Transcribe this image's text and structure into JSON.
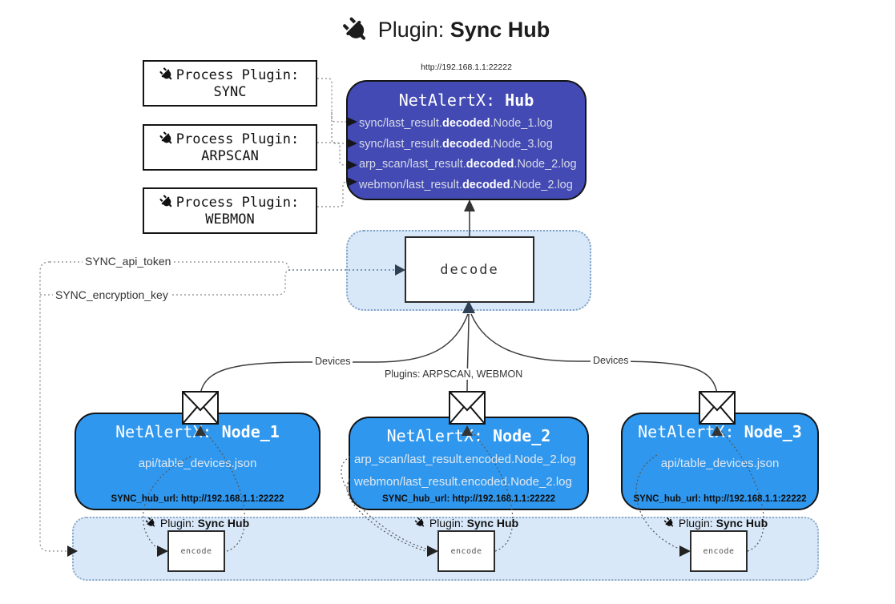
{
  "title": {
    "prefix": "Plugin:",
    "name": "Sync Hub"
  },
  "hub": {
    "url": "http://192.168.1.1:22222",
    "title_prefix": "NetAlertX: ",
    "title": "Hub",
    "logs": [
      {
        "pre": "sync/last_result.",
        "bold": "decoded",
        "post": ".Node_1.log"
      },
      {
        "pre": "sync/last_result.",
        "bold": "decoded",
        "post": ".Node_3.log"
      },
      {
        "pre": "arp_scan/last_result.",
        "bold": "decoded",
        "post": ".Node_2.log"
      },
      {
        "pre": "webmon/last_result.",
        "bold": "decoded",
        "post": ".Node_2.log"
      }
    ]
  },
  "process_plugins": [
    {
      "label": "Process Plugin:",
      "name": "SYNC"
    },
    {
      "label": "Process Plugin:",
      "name": "ARPSCAN"
    },
    {
      "label": "Process Plugin:",
      "name": "WEBMON"
    }
  ],
  "decode": {
    "label": "decode"
  },
  "params": {
    "api_token": "SYNC_api_token",
    "encryption_key": "SYNC_encryption_key"
  },
  "edge_labels": {
    "devices_left": "Devices",
    "plugins_mid": "Plugins: ARPSCAN, WEBMON",
    "devices_right": "Devices"
  },
  "nodes": [
    {
      "title_prefix": "NetAlertX: ",
      "title": "Node_1",
      "lines": [
        "api/table_devices.json"
      ],
      "hub_url": "SYNC_hub_url: http://192.168.1.1:22222"
    },
    {
      "title_prefix": "NetAlertX: ",
      "title": "Node_2",
      "lines": [
        "arp_scan/last_result.encoded.Node_2.log",
        "webmon/last_result.encoded.Node_2.log"
      ],
      "hub_url": "SYNC_hub_url: http://192.168.1.1:22222"
    },
    {
      "title_prefix": "NetAlertX: ",
      "title": "Node_3",
      "lines": [
        "api/table_devices.json"
      ],
      "hub_url": "SYNC_hub_url: http://192.168.1.1:22222"
    }
  ],
  "encoder": {
    "label_prefix": "Plugin:",
    "label_name": "Sync Hub",
    "box_label": "encode"
  },
  "colors": {
    "hub_fill": "#434ab4",
    "node_fill": "#2f97ee",
    "panel_fill": "#d8e8f9",
    "line": "#3d3d3d",
    "dotted": "#8a8a8a",
    "arrow_dark": "#2e4053"
  }
}
